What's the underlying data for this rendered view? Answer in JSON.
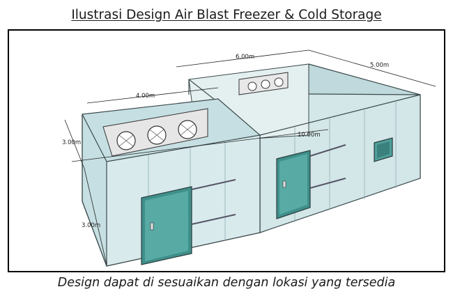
{
  "title": "Ilustrasi Design Air Blast Freezer & Cold Storage",
  "caption": "Design dapat di sesuaikan dengan lokasi yang tersedia",
  "dimensions": {
    "cold_storage_width": "6.00m",
    "cold_storage_depth": "5.00m",
    "total_length": "10.00m",
    "freezer_width": "4.00m",
    "upper_height": "3.00m",
    "lower_height": "3.00m"
  },
  "colors": {
    "wall_front": "#cfe3e6",
    "wall_side": "#b9d6da",
    "door": "#4fa5a0",
    "outline": "#3c4a4c"
  }
}
